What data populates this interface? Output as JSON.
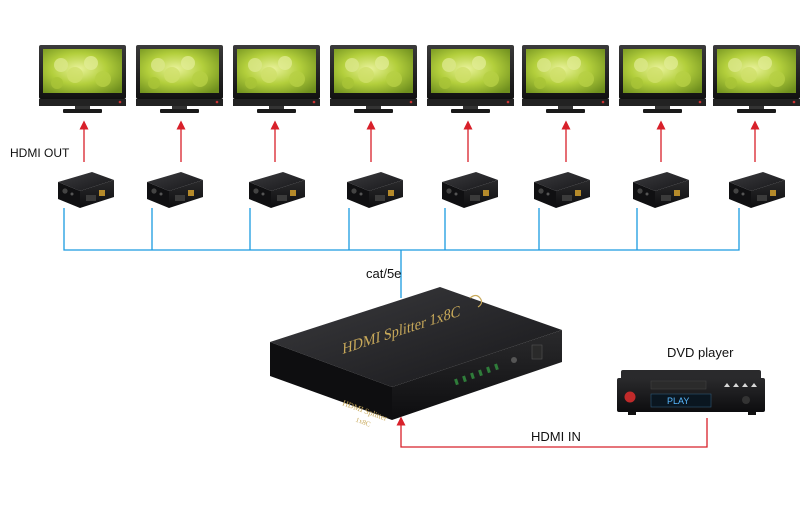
{
  "labels": {
    "hdmi_out": "HDMI OUT",
    "cable": "cat/5e",
    "hdmi_in": "HDMI IN",
    "dvd": "DVD player"
  },
  "splitter": {
    "title": "HDMI Splitter 1x8C",
    "badge": "HDMI Splitter",
    "model": "1x8C"
  },
  "dvd_screen": "PLAY",
  "display_count": 8,
  "receiver_count": 8,
  "colors": {
    "network_line": "#1a9be0",
    "hdmi_arrow": "#d8202a",
    "device_body": "#1c1c1e",
    "text_gold": "#c8a95a",
    "screen_green": "#a8c832"
  },
  "icons": [
    "monitor-icon",
    "receiver-icon",
    "splitter-icon",
    "dvd-player-icon"
  ]
}
